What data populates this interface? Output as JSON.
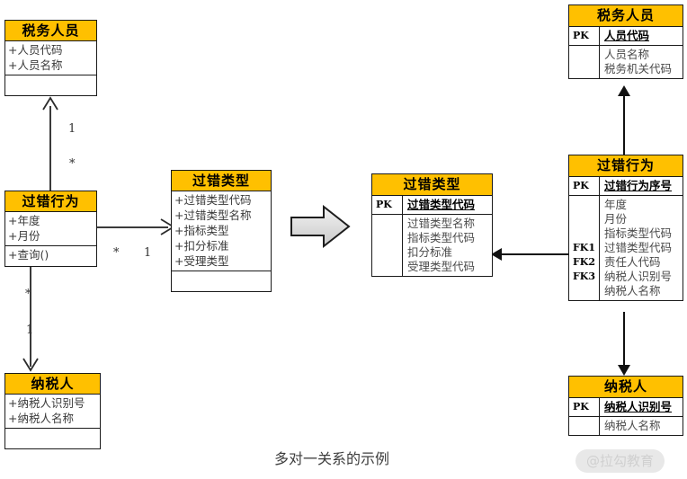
{
  "diagram": {
    "caption": "多对一关系的示例",
    "watermark": "@拉勾教育",
    "accent_color": "#FFC000",
    "line_color": "#3a3a3a",
    "transform_arrow": "block-arrow-right"
  },
  "uml": {
    "tax_officer": {
      "title": "税务人员",
      "attributes": [
        "+人员代码",
        "+人员名称"
      ],
      "operations": []
    },
    "fault_behavior": {
      "title": "过错行为",
      "attributes": [
        "+年度",
        "+月份"
      ],
      "operations": [
        "+查询()"
      ]
    },
    "fault_type": {
      "title": "过错类型",
      "attributes": [
        "+过错类型代码",
        "+过错类型名称",
        "+指标类型",
        "+扣分标准",
        "+受理类型"
      ],
      "operations": []
    },
    "taxpayer": {
      "title": "纳税人",
      "attributes": [
        "+纳税人识别号",
        "+纳税人名称"
      ],
      "operations": []
    },
    "multiplicities": {
      "officer_end": "1",
      "behavior_up_end": "*",
      "behavior_right_end": "*",
      "type_end": "1",
      "behavior_down_end": "*",
      "taxpayer_end": "1"
    }
  },
  "er": {
    "tax_officer": {
      "title": "税务人员",
      "key_rows": [
        {
          "key": "PK",
          "name": "人员代码"
        }
      ],
      "attr_rows": [
        {
          "key": "",
          "name": "人员名称"
        },
        {
          "key": "",
          "name": "税务机关代码"
        }
      ]
    },
    "fault_type": {
      "title": "过错类型",
      "key_rows": [
        {
          "key": "PK",
          "name": "过错类型代码"
        }
      ],
      "attr_rows": [
        {
          "key": "",
          "name": "过错类型名称"
        },
        {
          "key": "",
          "name": "指标类型代码"
        },
        {
          "key": "",
          "name": "扣分标准"
        },
        {
          "key": "",
          "name": "受理类型代码"
        }
      ]
    },
    "fault_behavior": {
      "title": "过错行为",
      "key_rows": [
        {
          "key": "PK",
          "name": "过错行为序号"
        }
      ],
      "attr_rows": [
        {
          "key": "",
          "name": "年度"
        },
        {
          "key": "",
          "name": "月份"
        },
        {
          "key": "",
          "name": "指标类型代码"
        },
        {
          "key": "FK1",
          "name": "过错类型代码"
        },
        {
          "key": "FK2",
          "name": "责任人代码"
        },
        {
          "key": "FK3",
          "name": "纳税人识别号"
        },
        {
          "key": "",
          "name": "纳税人名称"
        }
      ]
    },
    "taxpayer": {
      "title": "纳税人",
      "key_rows": [
        {
          "key": "PK",
          "name": "纳税人识别号"
        }
      ],
      "attr_rows": [
        {
          "key": "",
          "name": "纳税人名称"
        }
      ]
    }
  }
}
